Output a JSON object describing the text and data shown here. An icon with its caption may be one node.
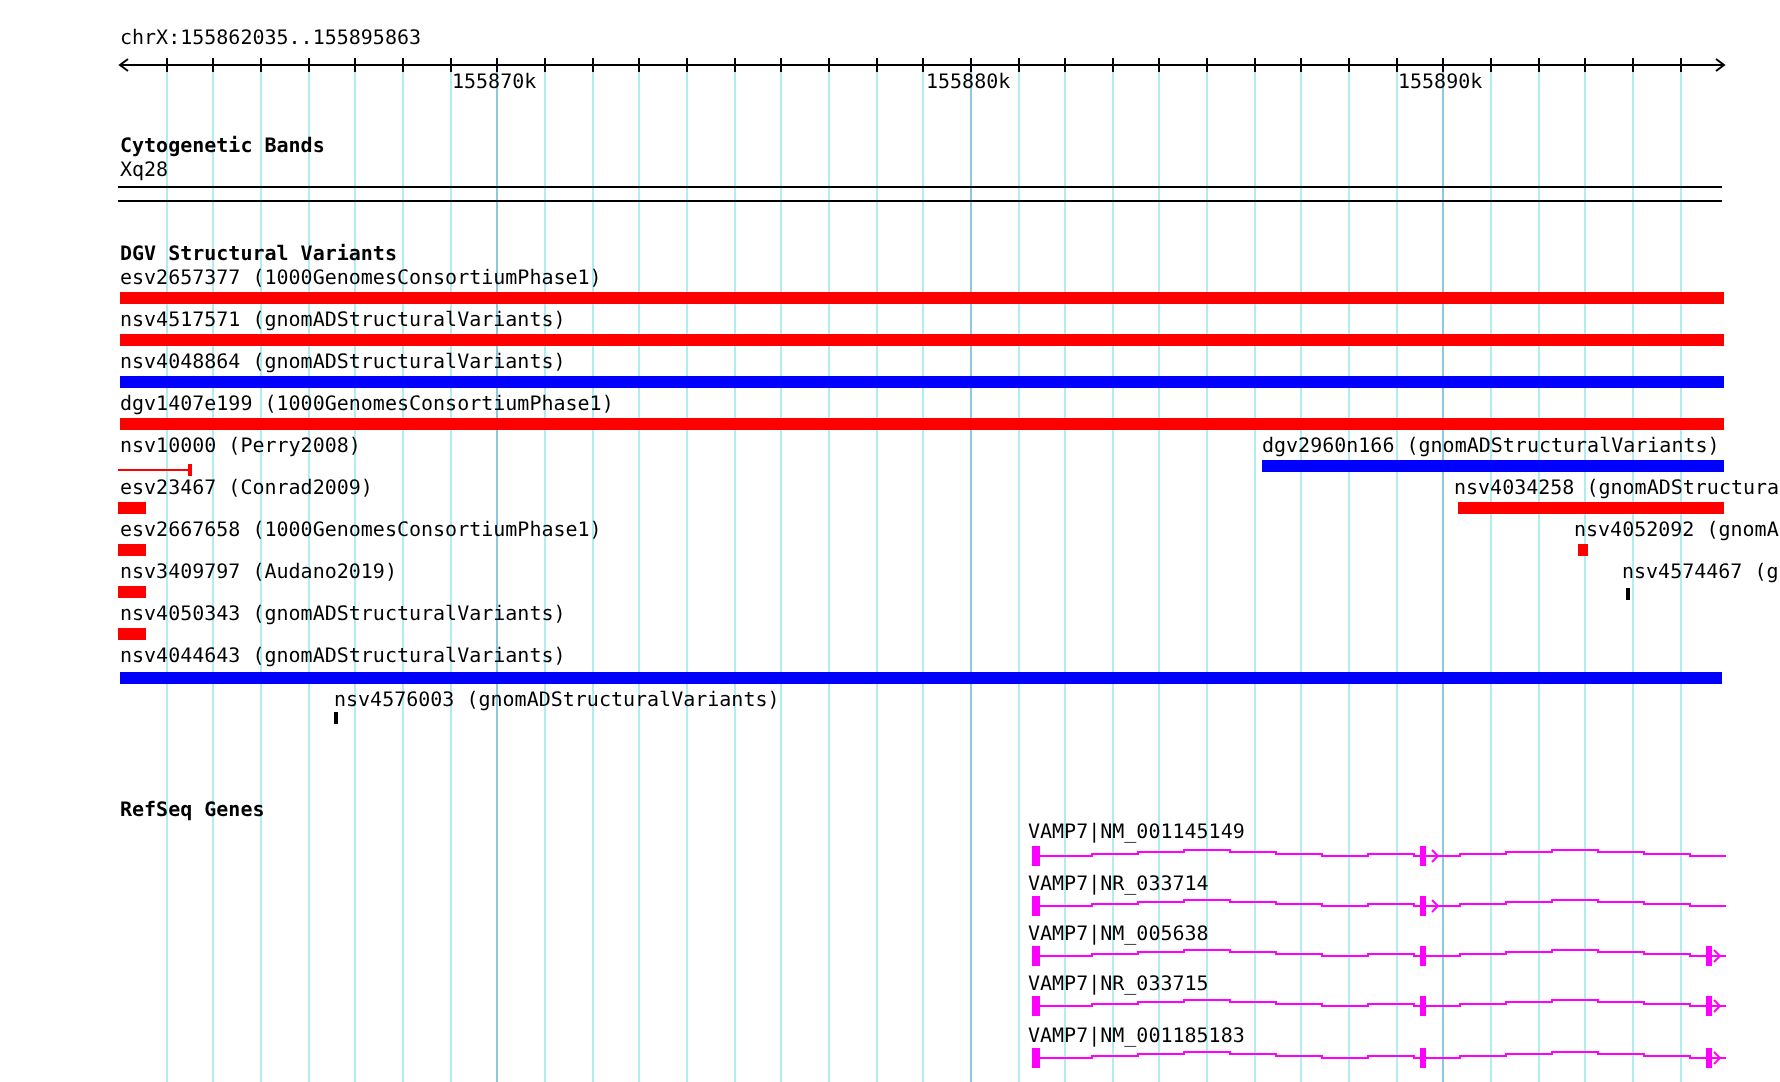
{
  "diagram": {
    "nodes": [
      {
        "text": [
          "Cytogenetic Bands"
        ]
      },
      {
        "text": [
          "Xq28"
        ],
        "in": 0
      },
      {
        "text": [
          "DGV Structural Variants"
        ]
      },
      {
        "text": [
          "esv2657377 (1000GenomesConsortiumPhase1)"
        ],
        "in": 2
      },
      {
        "text": [
          "nsv4517571 (gnomADStructuralVariants)"
        ],
        "in": 2
      },
      {
        "text": [
          "nsv4048864 (gnomADStructuralVariants)"
        ],
        "in": 2
      },
      {
        "text": [
          "dgv1407e199 (1000GenomesConsortiumPhase1)"
        ],
        "in": 2
      },
      {
        "text": [
          "nsv10000 (Perry2008)"
        ],
        "in": 2
      },
      {
        "text": [
          "dgv2960n166 (gnomADStructuralVariants)"
        ],
        "in": 2
      },
      {
        "text": [
          "esv23467 (Conrad2009)"
        ],
        "in": 2
      },
      {
        "text": [
          "nsv4034258 (gnomADStructura"
        ],
        "in": 2
      },
      {
        "text": [
          "esv2667658 (1000GenomesConsortiumPhase1)"
        ],
        "in": 2
      },
      {
        "text": [
          "nsv4052092 (gnomA"
        ],
        "in": 2
      },
      {
        "text": [
          "nsv3409797 (Audano2019)"
        ],
        "in": 2
      },
      {
        "text": [
          "nsv4574467 (g"
        ],
        "in": 2
      },
      {
        "text": [
          "nsv4050343 (gnomADStructuralVariants)"
        ],
        "in": 2
      },
      {
        "text": [
          "nsv4044643 (gnomADStructuralVariants)"
        ],
        "in": 2
      },
      {
        "text": [
          "nsv4576003 (gnomADStructuralVariants)"
        ],
        "in": 2
      },
      {
        "text": [
          "RefSeq Genes"
        ]
      },
      {
        "text": [
          "VAMP7|NM_001145149"
        ],
        "in": 18
      },
      {
        "text": [
          "VAMP7|NR_033714"
        ],
        "in": 18
      },
      {
        "text": [
          "VAMP7|NM_005638"
        ],
        "in": 18
      },
      {
        "text": [
          "VAMP7|NR_033715"
        ],
        "in": 18
      },
      {
        "text": [
          "VAMP7|NM_001185183"
        ],
        "in": 18
      }
    ],
    "labels": [
      "chrX:155862035..155895863",
      "155870k",
      "155880k",
      "155890k"
    ]
  }
}
